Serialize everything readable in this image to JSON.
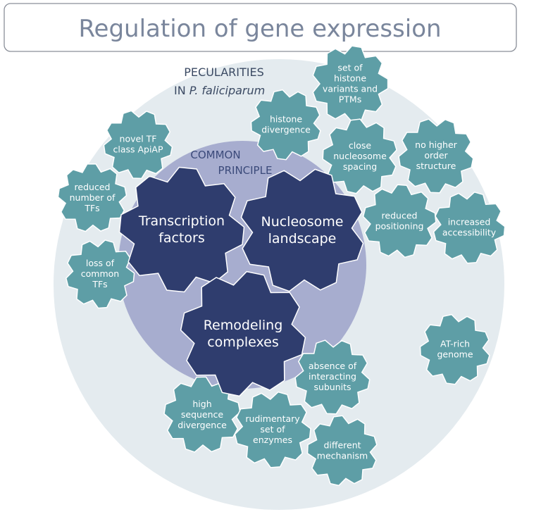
{
  "title": "Regulation of gene expression",
  "peculiarities": {
    "line1": "PECULARITIES",
    "line2_prefix": "IN ",
    "line2_italic": "P. faliciparum"
  },
  "common": {
    "line1": "COMMON",
    "line2": "PRINCIPLE"
  },
  "big_gears": [
    {
      "id": "transcription-factors",
      "lines": [
        "Transcription",
        "factors"
      ]
    },
    {
      "id": "nucleosome-landscape",
      "lines": [
        "Nucleosome",
        "landscape"
      ]
    },
    {
      "id": "remodeling-complexes",
      "lines": [
        "Remodeling",
        "complexes"
      ]
    }
  ],
  "small_gears": [
    {
      "id": "novel-tf-class",
      "lines": [
        "novel TF",
        "class ApiAP"
      ]
    },
    {
      "id": "reduced-number-tfs",
      "lines": [
        "reduced",
        "number of",
        "TFs"
      ]
    },
    {
      "id": "loss-common-tfs",
      "lines": [
        "loss of",
        "common",
        "TFs"
      ]
    },
    {
      "id": "histone-divergence",
      "lines": [
        "histone",
        "divergence"
      ]
    },
    {
      "id": "histone-variants-ptms",
      "lines": [
        "set of",
        "histone",
        "variants and",
        "PTMs"
      ]
    },
    {
      "id": "close-nucleosome-spacing",
      "lines": [
        "close",
        "nucleosome",
        "spacing"
      ]
    },
    {
      "id": "no-higher-order",
      "lines": [
        "no higher",
        "order",
        "structure"
      ]
    },
    {
      "id": "reduced-positioning",
      "lines": [
        "reduced",
        "positioning"
      ]
    },
    {
      "id": "increased-accessibility",
      "lines": [
        "increased",
        "accessibility"
      ]
    },
    {
      "id": "at-rich-genome",
      "lines": [
        "AT-rich",
        "genome"
      ]
    },
    {
      "id": "absence-interacting",
      "lines": [
        "absence of",
        "interacting",
        "subunits"
      ]
    },
    {
      "id": "high-sequence-divergence",
      "lines": [
        "high",
        "sequence",
        "divergence"
      ]
    },
    {
      "id": "rudimentary-enzymes",
      "lines": [
        "rudimentary",
        "set of",
        "enzymes"
      ]
    },
    {
      "id": "different-mechanism",
      "lines": [
        "different",
        "mechanism"
      ]
    }
  ]
}
